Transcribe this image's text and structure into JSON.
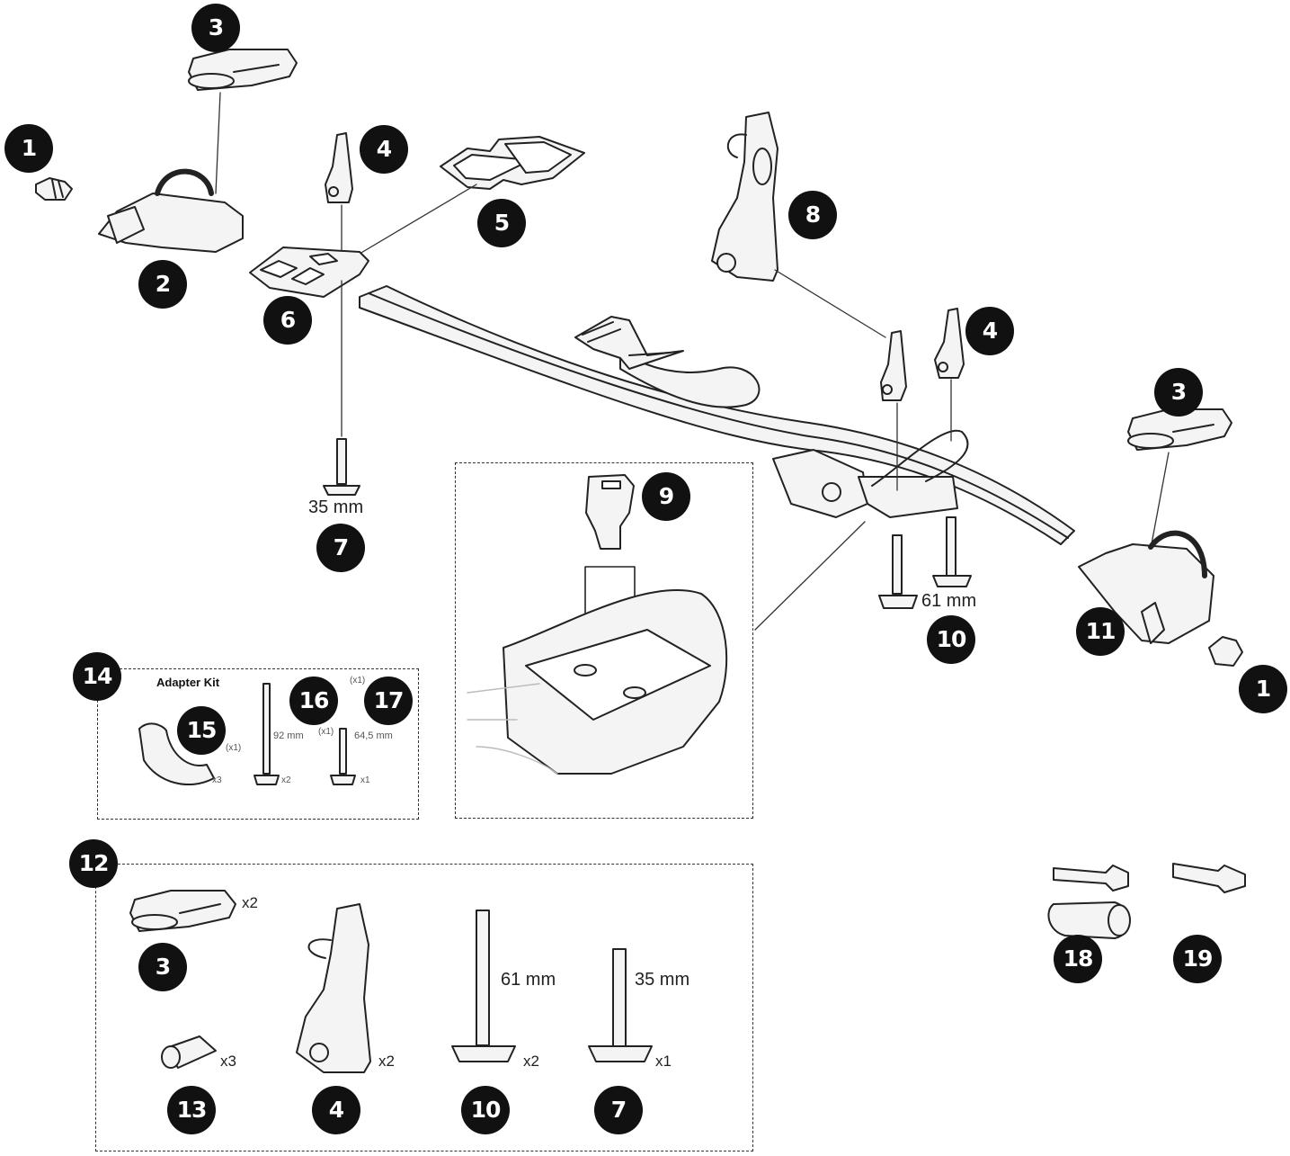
{
  "callouts": {
    "c1_left": "1",
    "c2": "2",
    "c3_top": "3",
    "c4_top": "4",
    "c5": "5",
    "c6": "6",
    "c7_top": "7",
    "c8": "8",
    "c4_mid": "4",
    "c9": "9",
    "c3_right": "3",
    "c10_mid": "10",
    "c11": "11",
    "c1_right": "1",
    "c14": "14",
    "c15": "15",
    "c16": "16",
    "c17": "17",
    "c12": "12",
    "c3_kit": "3",
    "c13": "13",
    "c4_kit": "4",
    "c10_kit": "10",
    "c7_kit": "7",
    "c18": "18",
    "c19": "19"
  },
  "labels": {
    "bolt35_top": "35 mm",
    "bolt61_mid": "61 mm",
    "kit_bolt61": "61 mm",
    "kit_bolt35": "35 mm",
    "adapter_kit_title": "Adapter Kit",
    "adapter_92": "92 mm",
    "adapter_645": "64,5 mm",
    "adapter_x1_a": "(x1)",
    "adapter_x1_b": "(x1)",
    "adapter_x1_c": "(x1)"
  },
  "quantities": {
    "kit_pad": "x2",
    "kit_pin": "x3",
    "kit_holder": "x2",
    "kit_bolt61": "x2",
    "kit_bolt35": "x1",
    "adapter_clamp": "x3",
    "adapter_bolt92": "x2",
    "adapter_bolt645": "x1"
  },
  "colors": {
    "ink": "#111111",
    "line": "#222222",
    "fill": "#f4f4f4"
  }
}
